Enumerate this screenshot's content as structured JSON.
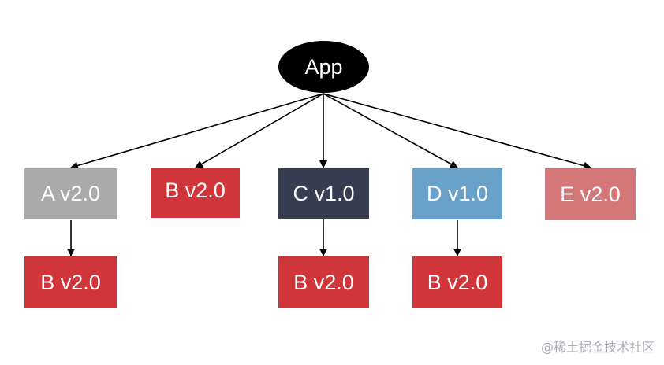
{
  "diagram": {
    "nodes": {
      "root": {
        "label": "App",
        "color": "#000000"
      },
      "a1": {
        "label": "A v2.0",
        "color": "#aaaaaa"
      },
      "b1": {
        "label": "B v2.0",
        "color": "#cf3539"
      },
      "c1": {
        "label": "C v1.0",
        "color": "#363f52"
      },
      "d1": {
        "label": "D v1.0",
        "color": "#6aa1c9"
      },
      "e1": {
        "label": "E v2.0",
        "color": "#d37778"
      },
      "b2": {
        "label": "B v2.0",
        "color": "#cf3539"
      },
      "b3": {
        "label": "B v2.0",
        "color": "#cf3539"
      },
      "b4": {
        "label": "B v2.0",
        "color": "#cf3539"
      }
    },
    "edges": [
      {
        "from": "root",
        "to": "a1"
      },
      {
        "from": "root",
        "to": "b1"
      },
      {
        "from": "root",
        "to": "c1"
      },
      {
        "from": "root",
        "to": "d1"
      },
      {
        "from": "root",
        "to": "e1"
      },
      {
        "from": "a1",
        "to": "b2"
      },
      {
        "from": "c1",
        "to": "b3"
      },
      {
        "from": "d1",
        "to": "b4"
      }
    ],
    "edge_color": "#000000"
  },
  "watermark": {
    "text": "@稀土掘金技术社区",
    "color": "#a9adb3"
  }
}
